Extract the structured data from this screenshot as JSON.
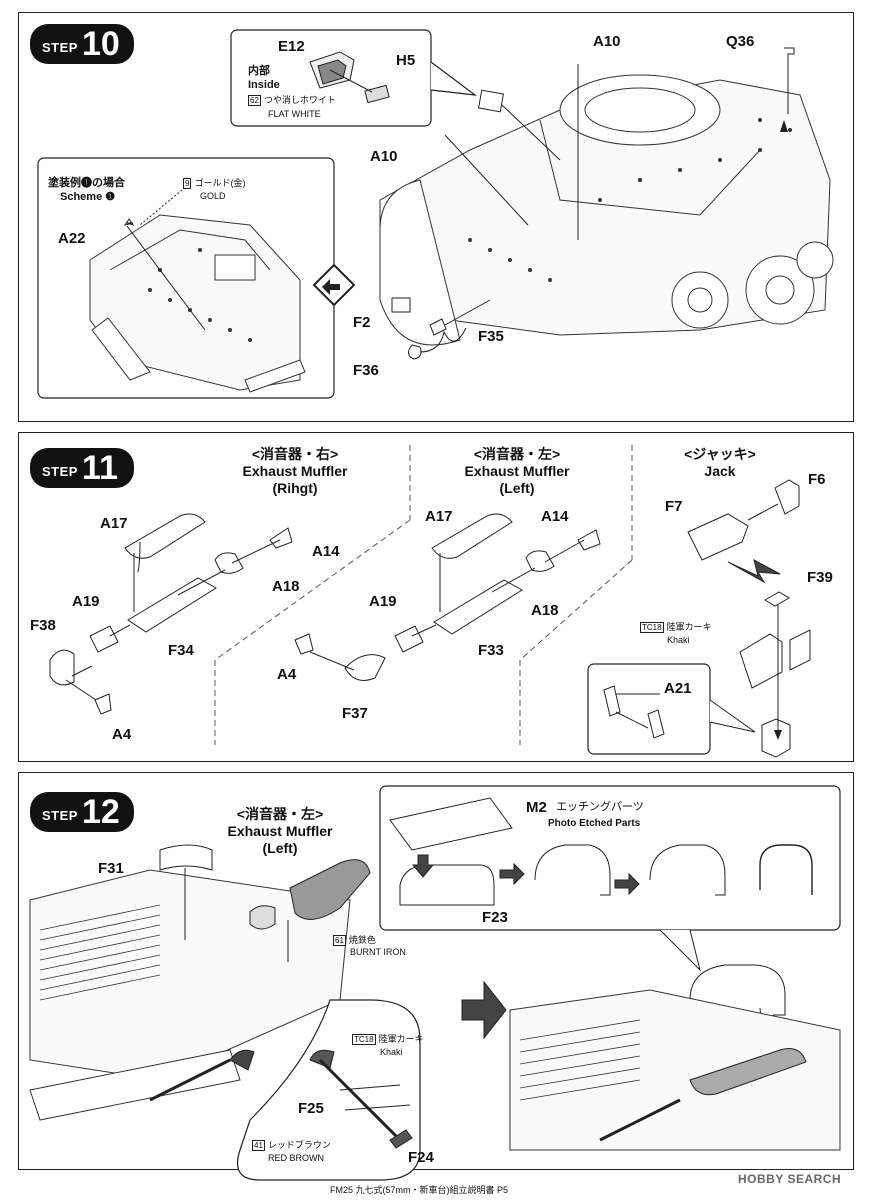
{
  "step10": {
    "step_word": "STEP",
    "step_number": "10",
    "inset_top": {
      "part_e12": "E12",
      "part_h5": "H5",
      "inside_jp": "内部",
      "inside_en": "Inside",
      "paint_code": "62",
      "paint_jp": "つや消しホワイト",
      "paint_en": "FLAT WHITE"
    },
    "inset_left": {
      "scheme_jp": "塗装例❶の場合",
      "scheme_en": "Scheme ❶",
      "paint_code": "9",
      "paint_jp": "ゴールド(金)",
      "paint_en": "GOLD",
      "part_a22": "A22"
    },
    "parts": {
      "a10_top": "A10",
      "q36": "Q36",
      "a10_left": "A10",
      "f2": "F2",
      "f35": "F35",
      "f36": "F36"
    }
  },
  "step11": {
    "step_word": "STEP",
    "step_number": "11",
    "muffler_right": {
      "title_jp": "<消音器・右>",
      "title_en1": "Exhaust Muffler",
      "title_en2": "(Rihgt)",
      "a17": "A17",
      "a14": "A14",
      "a18": "A18",
      "a19": "A19",
      "f38": "F38",
      "f34": "F34",
      "a4": "A4"
    },
    "muffler_left": {
      "title_jp": "<消音器・左>",
      "title_en1": "Exhaust Muffler",
      "title_en2": "(Left)",
      "a17": "A17",
      "a14": "A14",
      "a18": "A18",
      "a19": "A19",
      "a4": "A4",
      "f33": "F33",
      "f37": "F37"
    },
    "jack": {
      "title_jp": "<ジャッキ>",
      "title_en": "Jack",
      "f6": "F6",
      "f7": "F7",
      "f39": "F39",
      "a21": "A21",
      "paint_code": "TC18",
      "paint_jp": "陸軍カーキ",
      "paint_en": "Khaki"
    }
  },
  "step12": {
    "step_word": "STEP",
    "step_number": "12",
    "muffler": {
      "title_jp": "<消音器・左>",
      "title_en1": "Exhaust Muffler",
      "title_en2": "(Left)"
    },
    "etched": {
      "part": "M2",
      "jp": "エッチングパーツ",
      "en": "Photo Etched Parts",
      "f23": "F23"
    },
    "f31": "F31",
    "paint_burnt": {
      "code": "61",
      "jp": "焼鉄色",
      "en": "BURNT IRON"
    },
    "tools": {
      "paint_code": "TC18",
      "paint_jp": "陸軍カーキ",
      "paint_en": "Khaki",
      "f25": "F25",
      "f24": "F24",
      "red_code": "41",
      "red_jp": "レッドブラウン",
      "red_en": "RED BROWN"
    }
  },
  "footer": {
    "text": "FM25 九七式(57mm・新車台)組立説明書 P5",
    "watermark": "HOBBY SEARCH"
  }
}
